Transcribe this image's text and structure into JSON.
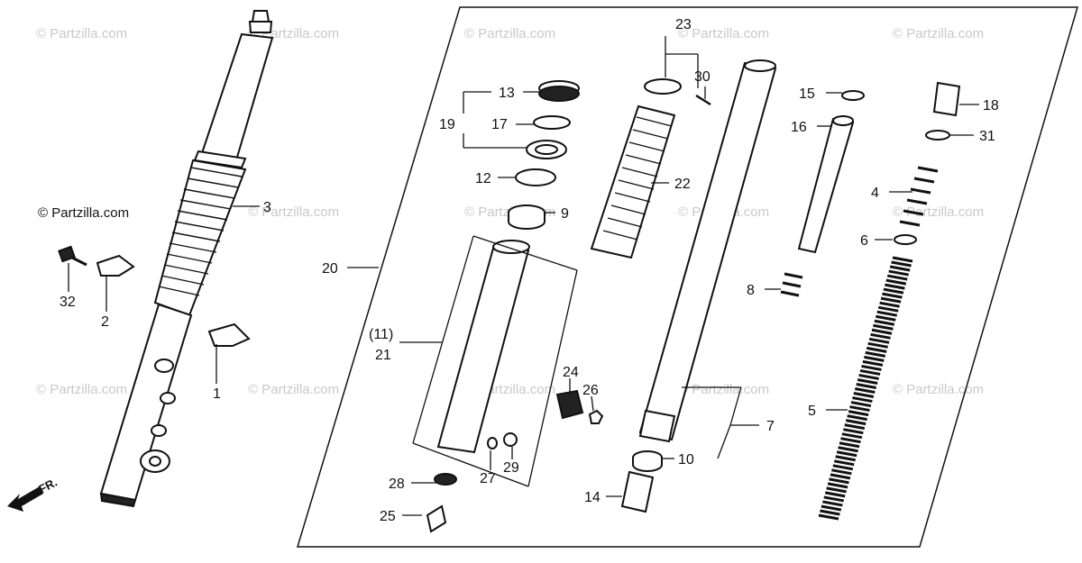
{
  "watermark": "© Partzilla.com",
  "direction": "FR.",
  "labels": {
    "l1": "1",
    "l2": "2",
    "l3": "3",
    "l4": "4",
    "l5": "5",
    "l6": "6",
    "l7": "7",
    "l8": "8",
    "l9": "9",
    "l10": "10",
    "l11": "(11)",
    "l12": "12",
    "l13": "13",
    "l14": "14",
    "l15": "15",
    "l16": "16",
    "l17": "17",
    "l18": "18",
    "l19": "19",
    "l20": "20",
    "l21": "21",
    "l22": "22",
    "l23": "23",
    "l24": "24",
    "l25": "25",
    "l26": "26",
    "l27": "27",
    "l28": "28",
    "l29": "29",
    "l30": "30",
    "l31": "31",
    "l32": "32"
  }
}
